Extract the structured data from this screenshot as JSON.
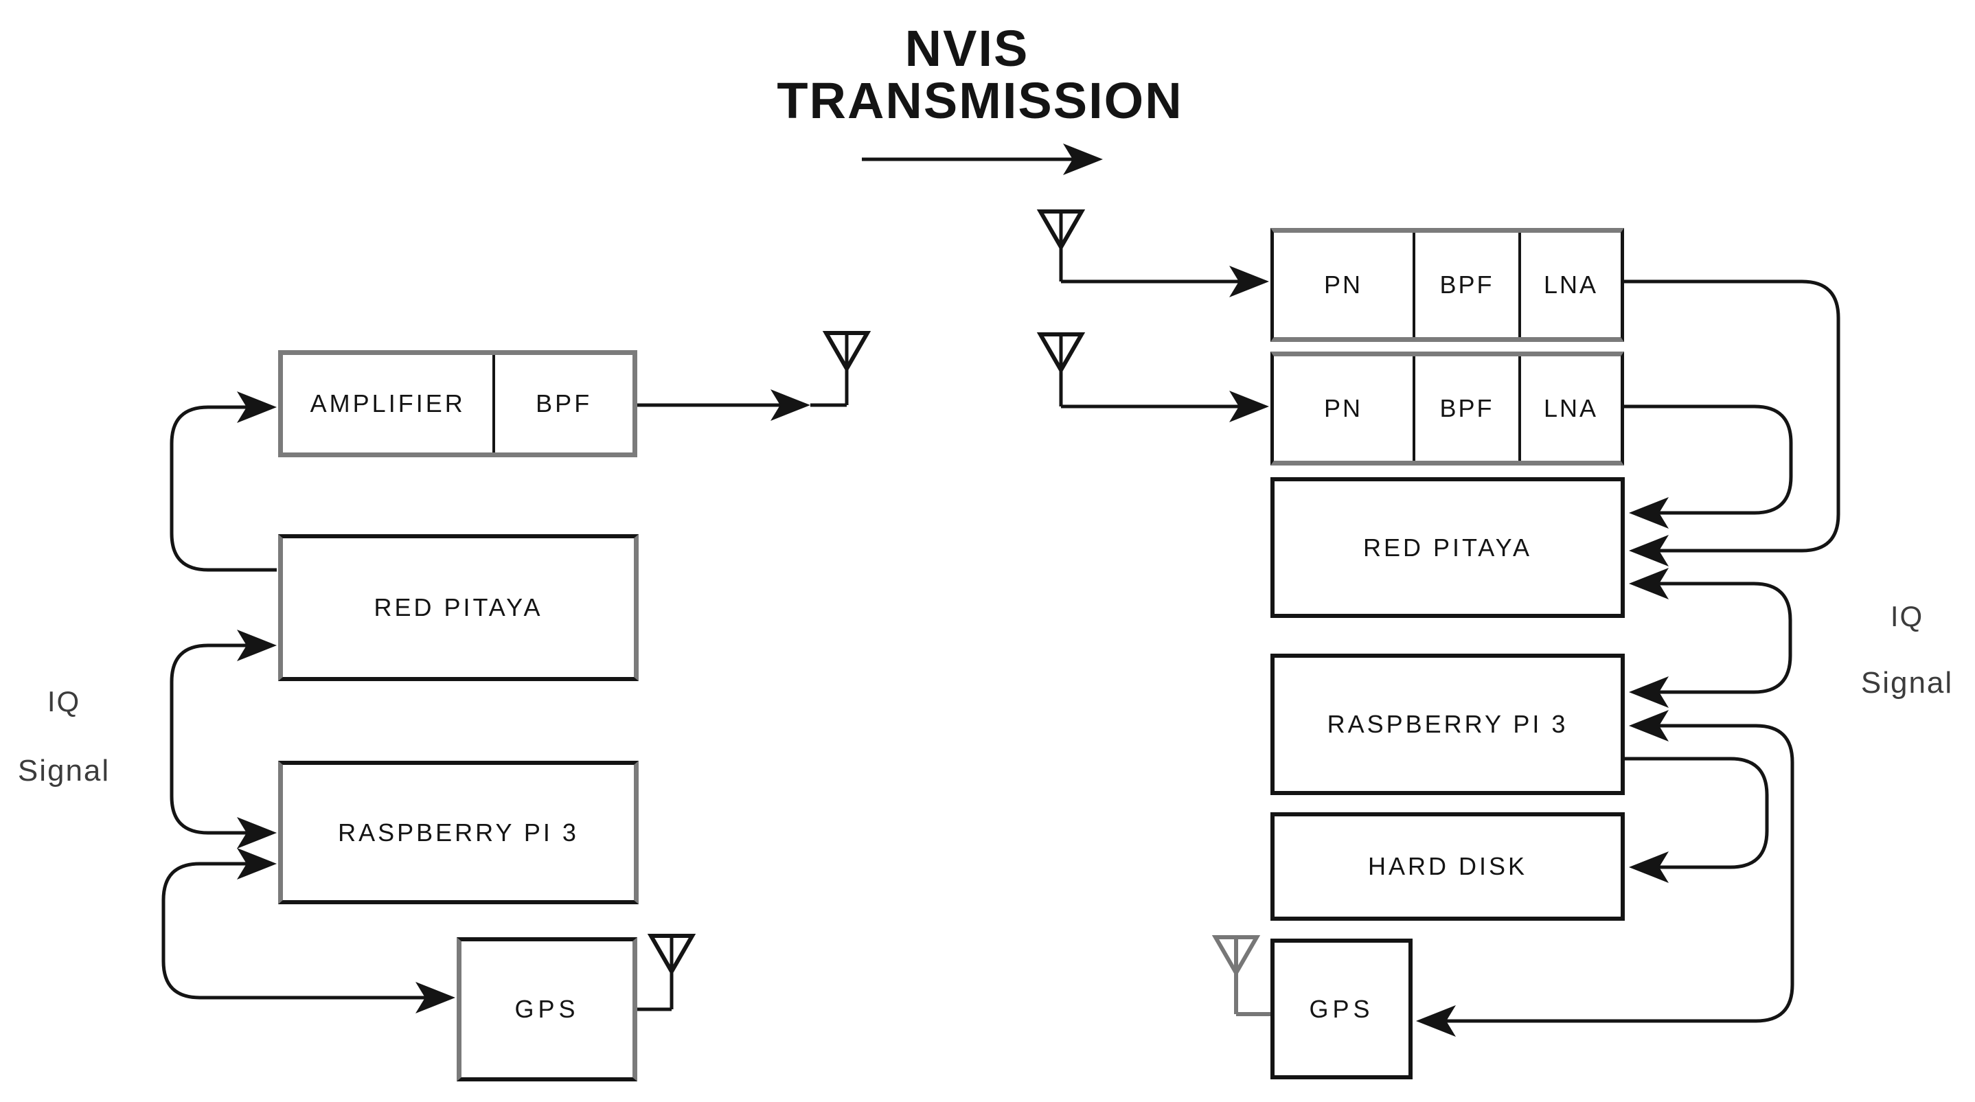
{
  "title": {
    "line1": "NVIS",
    "line2": "TRANSMISSION"
  },
  "transmitter": {
    "amplifier_label": "AMPLIFIER",
    "bpf_label": "BPF",
    "red_pitaya_label": "RED PITAYA",
    "raspberry_label": "RASPBERRY PI 3",
    "gps_label": "GPS",
    "iq_line1": "IQ",
    "iq_line2": "Signal"
  },
  "receiver": {
    "chain1": {
      "pn": "PN",
      "bpf": "BPF",
      "lna": "LNA"
    },
    "chain2": {
      "pn": "PN",
      "bpf": "BPF",
      "lna": "LNA"
    },
    "red_pitaya_label": "RED PITAYA",
    "raspberry_label": "RASPBERRY PI 3",
    "hard_disk_label": "HARD DISK",
    "gps_label": "GPS",
    "iq_line1": "IQ",
    "iq_line2": "Signal"
  },
  "icons": {
    "antenna": "antenna-icon",
    "arrow": "arrow-icon"
  },
  "colors": {
    "wire": "#141414",
    "border_gray": "#7b7b7b",
    "border_black": "#141414",
    "text": "#141414",
    "secondary_label": "#3c3c3c",
    "antenna_gray": "#777777",
    "bg": "#ffffff"
  }
}
